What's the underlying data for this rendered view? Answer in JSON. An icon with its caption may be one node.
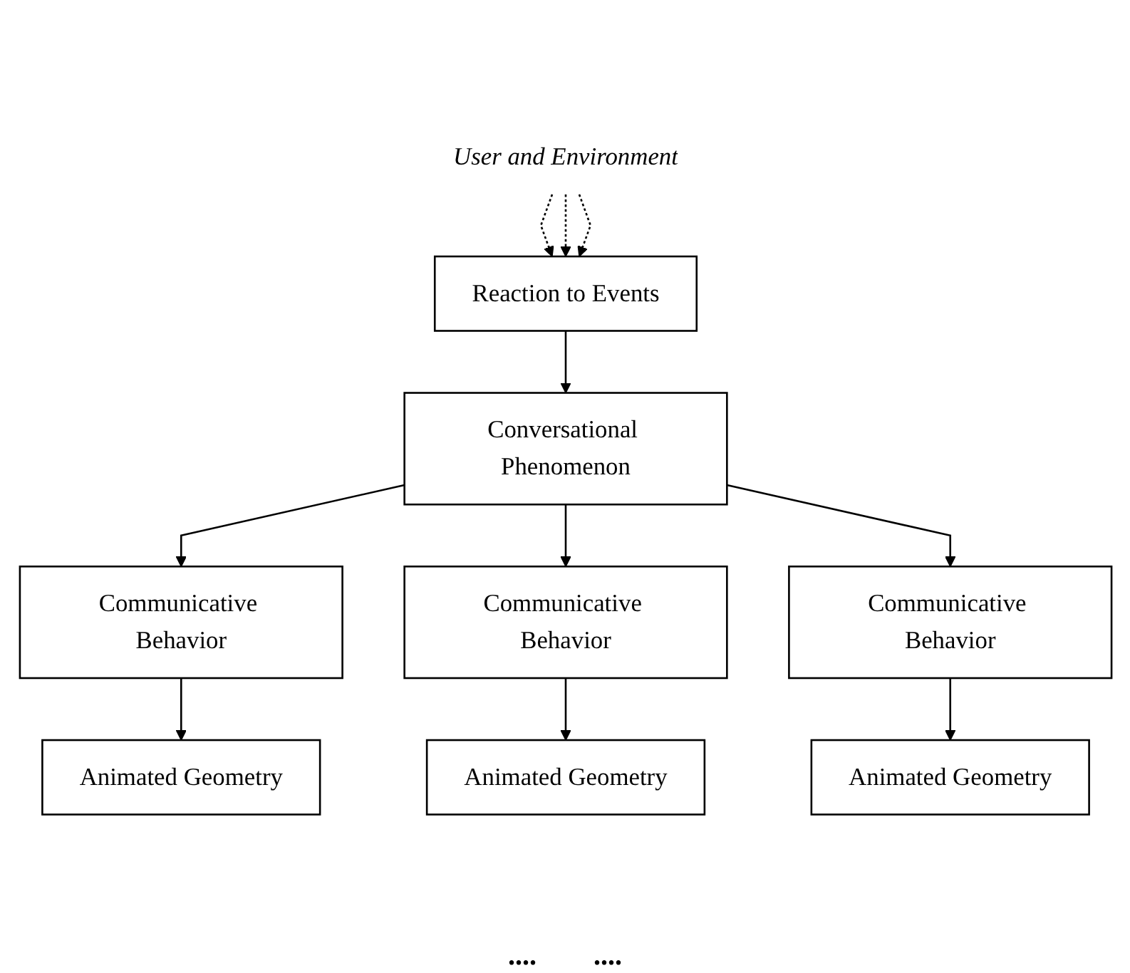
{
  "diagram": {
    "nodes": [
      {
        "text": [
          "User and Environment"
        ]
      },
      {
        "text": [
          "Reaction to Events"
        ]
      },
      {
        "text": [
          "Conversational Phenomenon"
        ]
      },
      {
        "text": [
          "Communicative Behavior"
        ]
      },
      {
        "text": [
          "Communicative Behavior"
        ]
      },
      {
        "text": [
          "Communicative Behavior"
        ]
      },
      {
        "text": [
          "Animated Geometry"
        ]
      },
      {
        "text": [
          "Animated Geometry"
        ]
      },
      {
        "text": [
          "Animated Geometry"
        ]
      }
    ],
    "edges": [
      {
        "from": 0,
        "to": 1,
        "arrow": "to",
        "style": "dashed"
      },
      {
        "from": 0,
        "to": 1,
        "arrow": "to",
        "style": "dashed"
      },
      {
        "from": 0,
        "to": 1,
        "arrow": "to",
        "style": "dashed"
      },
      {
        "from": 1,
        "to": 2,
        "arrow": "to"
      },
      {
        "from": 2,
        "to": 3,
        "arrow": "to"
      },
      {
        "from": 2,
        "to": 4,
        "arrow": "to"
      },
      {
        "from": 2,
        "to": 5,
        "arrow": "to"
      },
      {
        "from": 3,
        "to": 6,
        "arrow": "to"
      },
      {
        "from": 4,
        "to": 7,
        "arrow": "to"
      },
      {
        "from": 5,
        "to": 8,
        "arrow": "to"
      }
    ],
    "labels": [
      "....",
      "...."
    ]
  }
}
